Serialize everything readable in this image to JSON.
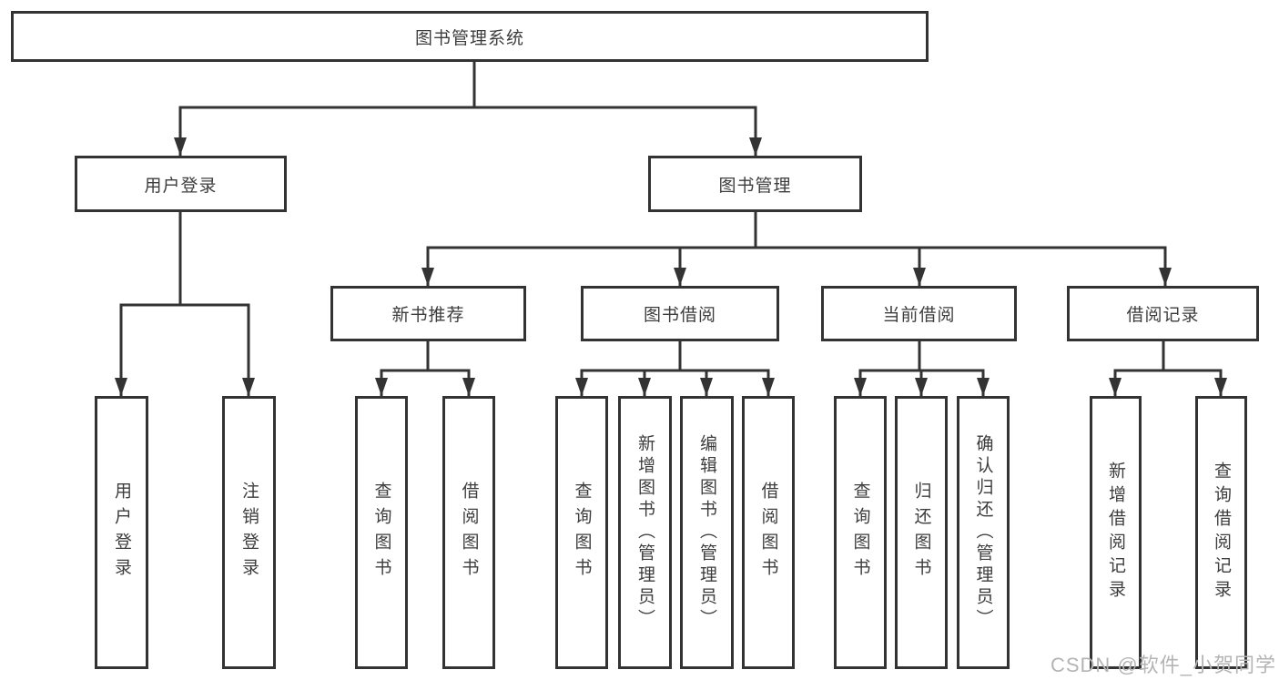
{
  "diagram": {
    "title": "图书管理系统",
    "watermark": "CSDN @软件_小贺同学",
    "colors": {
      "line": "#333333",
      "box_border": "#333333",
      "box_background": "#ffffff",
      "text": "#3d3d3d",
      "watermark_text": "#b4b4b4"
    },
    "nodes": {
      "root": {
        "label": "图书管理系统"
      },
      "level2": [
        {
          "label": "用户登录"
        },
        {
          "label": "图书管理"
        }
      ],
      "level3": [
        {
          "label": "新书推荐"
        },
        {
          "label": "图书借阅"
        },
        {
          "label": "当前借阅"
        },
        {
          "label": "借阅记录"
        }
      ],
      "leaves": {
        "user_login": [
          "用户登录",
          "注销登录"
        ],
        "new_books": [
          "查询图书",
          "借阅图书"
        ],
        "book_borrow": [
          "查询图书",
          "新增图书（管理员）",
          "编辑图书（管理员）",
          "借阅图书"
        ],
        "current_borrow": [
          "查询图书",
          "归还图书",
          "确认归还（管理员）"
        ],
        "borrow_records": [
          "新增借阅记录",
          "查询借阅记录"
        ]
      }
    }
  }
}
